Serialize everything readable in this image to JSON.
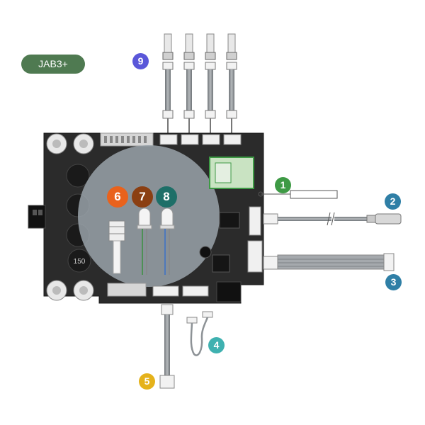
{
  "product_label": "JAB3+",
  "board_marking": "150",
  "callouts": [
    {
      "id": "1",
      "color": "#3e9a45"
    },
    {
      "id": "2",
      "color": "#2f7fa6"
    },
    {
      "id": "3",
      "color": "#2f7fa6"
    },
    {
      "id": "4",
      "color": "#3fb1b0"
    },
    {
      "id": "5",
      "color": "#e5b21b"
    },
    {
      "id": "6",
      "color": "#e9621c"
    },
    {
      "id": "7",
      "color": "#8b3f12"
    },
    {
      "id": "8",
      "color": "#1e6f68"
    },
    {
      "id": "9",
      "color": "#5a57d9"
    }
  ],
  "colors": {
    "pcb": "#2b2b2b",
    "badge": "#4f7a51",
    "cable": "#8d9296",
    "connector": "#f2f2f2"
  }
}
